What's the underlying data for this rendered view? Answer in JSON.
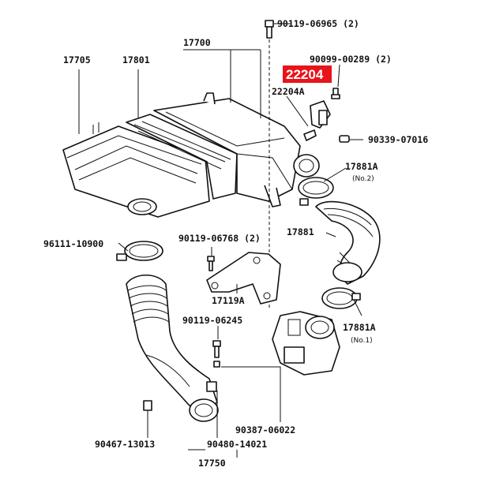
{
  "labels": {
    "l90119_06965": "90119-06965 (2)",
    "l17700": "17700",
    "l17705": "17705",
    "l17801": "17801",
    "l90099_00289": "90099-00289 (2)",
    "l22204_hl": "22204",
    "l22204a": "22204A",
    "l90339_07016": "90339-07016",
    "l17881a_top": "17881A",
    "l17881a_top_sub": "(No.2)",
    "l96111_10900": "96111-10900",
    "l90119_06768": "90119-06768 (2)",
    "l17881": "17881",
    "l17119a": "17119A",
    "l90119_06245": "90119-06245",
    "l17881a_bot": "17881A",
    "l17881a_bot_sub": "(No.1)",
    "l90387_06022": "90387-06022",
    "l90467_13013": "90467-13013",
    "l90480_14021": "90480-14021",
    "l17750": "17750"
  },
  "colors": {
    "highlight": "#e8141a",
    "line": "#111111"
  }
}
